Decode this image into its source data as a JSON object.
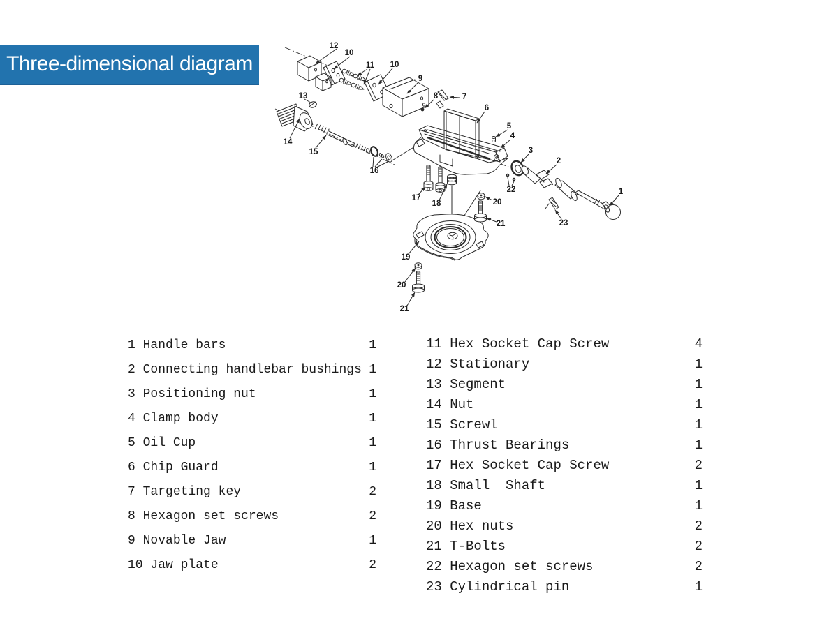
{
  "header": {
    "title": "Three-dimensional diagram",
    "bg_color": "#2273ae",
    "text_color": "#ffffff"
  },
  "diagram": {
    "description": "Exploded-view technical line drawing of a swivel-base milling vise with numbered callouts",
    "line_color": "#2b2b2b",
    "callouts": [
      "12",
      "10",
      "11",
      "10",
      "9",
      "8",
      "7",
      "6",
      "5",
      "4",
      "3",
      "2",
      "1",
      "13",
      "14",
      "15",
      "16",
      "22",
      "23",
      "17",
      "18",
      "19",
      "20",
      "21",
      "20",
      "21"
    ]
  },
  "parts_list": {
    "left": [
      {
        "num": "1",
        "name": "Handle bars",
        "qty": "1"
      },
      {
        "num": "2",
        "name": "Connecting handlebar bushings",
        "qty": "1"
      },
      {
        "num": "3",
        "name": "Positioning nut",
        "qty": "1"
      },
      {
        "num": "4",
        "name": "Clamp body",
        "qty": "1"
      },
      {
        "num": "5",
        "name": "Oil Cup",
        "qty": "1"
      },
      {
        "num": "6",
        "name": "Chip Guard",
        "qty": "1"
      },
      {
        "num": "7",
        "name": "Targeting key",
        "qty": "2"
      },
      {
        "num": "8",
        "name": "Hexagon set screws",
        "qty": "2"
      },
      {
        "num": "9",
        "name": "Novable Jaw",
        "qty": "1"
      },
      {
        "num": "10",
        "name": "Jaw plate",
        "qty": "2"
      }
    ],
    "right": [
      {
        "num": "11",
        "name": "Hex Socket Cap Screw",
        "qty": "4"
      },
      {
        "num": "12",
        "name": "Stationary",
        "qty": "1"
      },
      {
        "num": "13",
        "name": "Segment",
        "qty": "1"
      },
      {
        "num": "14",
        "name": "Nut",
        "qty": "1"
      },
      {
        "num": "15",
        "name": "Screwl",
        "qty": "1"
      },
      {
        "num": "16",
        "name": "Thrust Bearings",
        "qty": "1"
      },
      {
        "num": "17",
        "name": "Hex Socket Cap Screw",
        "qty": "2"
      },
      {
        "num": "18",
        "name": "Small  Shaft",
        "qty": "1"
      },
      {
        "num": "19",
        "name": "Base",
        "qty": "1"
      },
      {
        "num": "20",
        "name": "Hex nuts",
        "qty": "2"
      },
      {
        "num": "21",
        "name": "T-Bolts",
        "qty": "2"
      },
      {
        "num": "22",
        "name": "Hexagon set screws",
        "qty": "2"
      },
      {
        "num": "23",
        "name": "Cylindrical pin",
        "qty": "1"
      }
    ]
  }
}
